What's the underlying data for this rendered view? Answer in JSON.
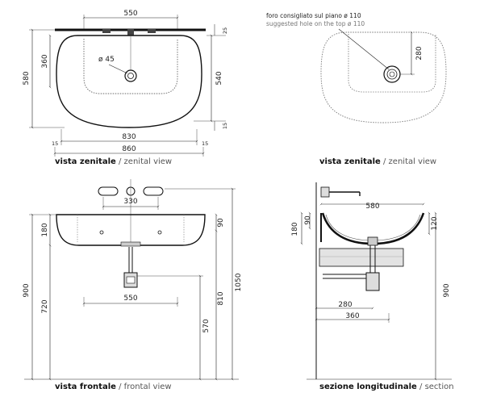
{
  "views": {
    "top_left": {
      "caption_it": "vista zenitale",
      "caption_en": "zenital view"
    },
    "top_right": {
      "caption_it": "vista zenitale",
      "caption_en": "zenital view",
      "note_it": "foro consigliato sul piano ø 110",
      "note_en": "suggested hole on the top ø 110"
    },
    "bottom_left": {
      "caption_it": "vista frontale",
      "caption_en": "frontal view"
    },
    "bottom_right": {
      "caption_it": "sezione longitudinale",
      "caption_en": "section"
    }
  },
  "separator": "/",
  "dims": {
    "tl_550": "550",
    "tl_360": "360",
    "tl_580": "580",
    "tl_d45": "ø 45",
    "tl_540": "540",
    "tl_25": "25",
    "tl_15r": "15",
    "tl_15l": "15",
    "tl_15b": "15",
    "tl_830": "830",
    "tl_860": "860",
    "tr_280": "280",
    "bl_330": "330",
    "bl_180": "180",
    "bl_900": "900",
    "bl_720": "720",
    "bl_550": "550",
    "bl_90": "90",
    "bl_810": "810",
    "bl_1050": "1050",
    "bl_570": "570",
    "br_580": "580",
    "br_180": "180",
    "br_90": "90",
    "br_120": "120",
    "br_280": "280",
    "br_360": "360",
    "br_900": "900"
  }
}
